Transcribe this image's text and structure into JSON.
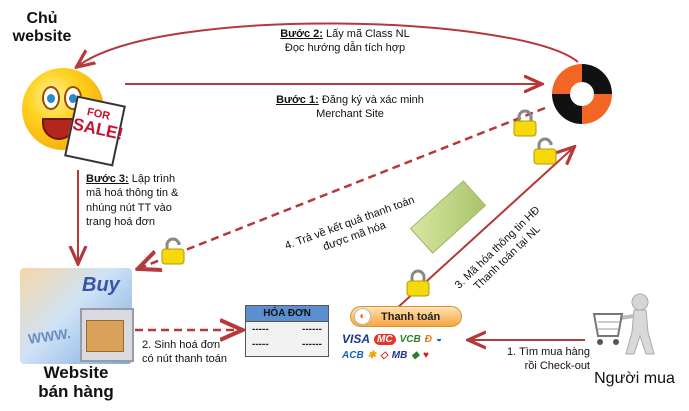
{
  "actors": {
    "owner": {
      "title_line1": "Chủ",
      "title_line2": "website",
      "icon": "smiley-for-sale-icon",
      "sign_line1": "FOR",
      "sign_line2": "SALE!"
    },
    "nganluong": {
      "icon": "nganluong-logo-icon"
    },
    "shop": {
      "title_line1": "Website",
      "title_line2": "bán hàng",
      "icon": "online-shop-icon",
      "buy_text": "Buy",
      "www_text": "WWW."
    },
    "buyer": {
      "title": "Người mua",
      "icon": "shopping-cart-person-icon"
    }
  },
  "steps": {
    "step1": {
      "label": "Bước 1:",
      "text": "Đăng ký và xác minh",
      "text2": "Merchant Site"
    },
    "step2": {
      "label": "Bước 2:",
      "text": "Lấy mã Class NL",
      "text2": "Đọc hướng dẫn tích hợp"
    },
    "step3": {
      "label": "Bước 3:",
      "text": "Lập trình",
      "text2": "mã hoá thông tin &",
      "text3": "nhúng nút   TT vào",
      "text4": "trang hoá đơn"
    }
  },
  "flow": {
    "f1": {
      "line1": "1. Tìm mua hàng",
      "line2": "rồi Check-out"
    },
    "f2": {
      "line1": "2. Sinh hoá đơn",
      "line2": "có nút thanh toán"
    },
    "f3": {
      "line1": "3. Mã hóa thông tin HĐ",
      "line2": "Thanh toán tại NL"
    },
    "f4": {
      "line1": "4. Trả về kết quả thanh toán",
      "line2": "được mã hóa"
    }
  },
  "invoice": {
    "title": "HÓA ĐƠN",
    "rows": [
      [
        "-----",
        "------"
      ],
      [
        "-----",
        "------"
      ]
    ]
  },
  "payment": {
    "button_label": "Thanh toán",
    "banks_row1": [
      "VISA",
      "MC",
      "VCB",
      "Đ",
      "◒"
    ],
    "banks_row2": [
      "ACB",
      "✱",
      "◇",
      "MB",
      "◆",
      "♥"
    ]
  },
  "colors": {
    "arrow": "#b5383a",
    "nl_orange": "#f26522",
    "nl_black": "#111111",
    "lock": "#f5d90a"
  }
}
